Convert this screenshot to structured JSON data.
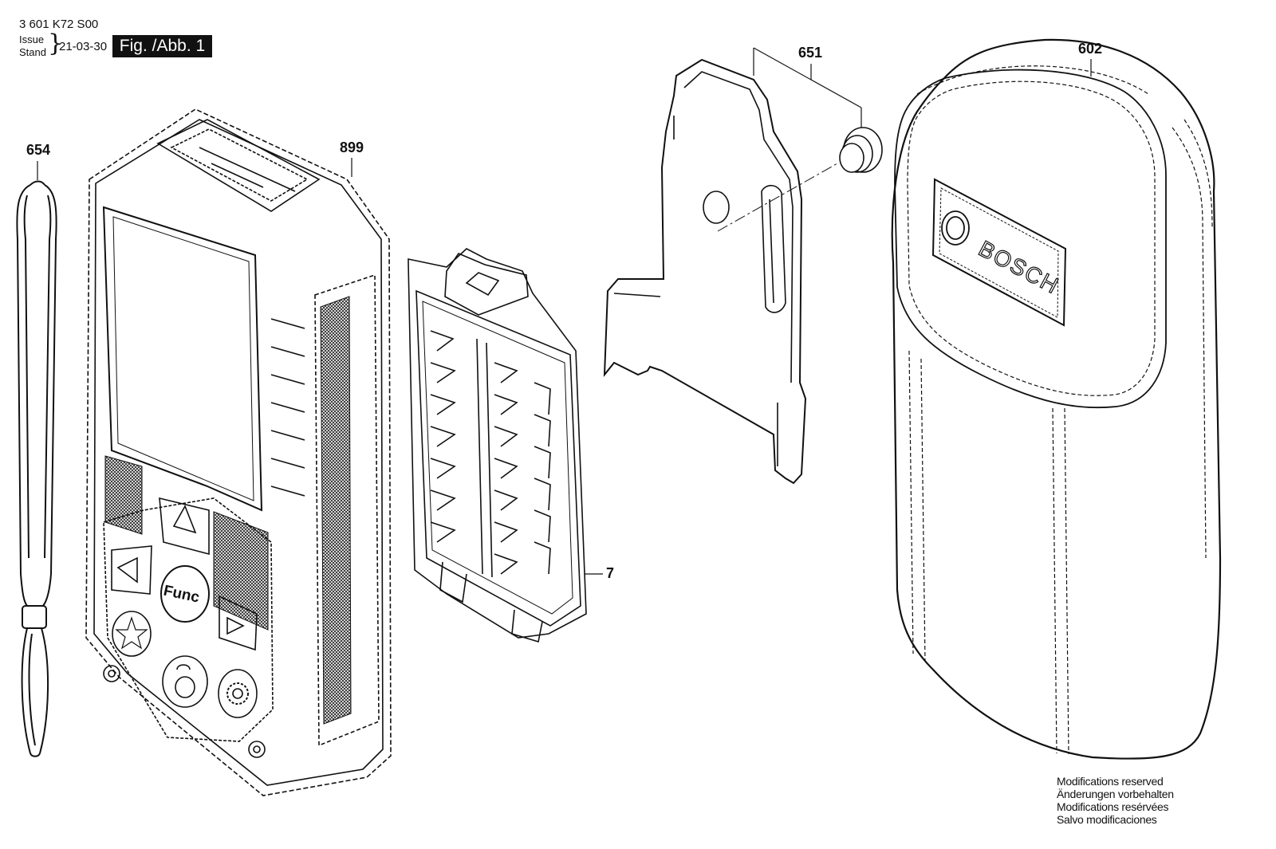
{
  "header": {
    "part_number": "3 601 K72 S00",
    "issue_label": "Issue",
    "stand_label": "Stand",
    "issue_date": "21-03-30",
    "figure_label": "Fig. /Abb. 1"
  },
  "callouts": {
    "strap": "654",
    "housing": "899",
    "battery_cover": "7",
    "clip": "651",
    "pouch": "602"
  },
  "device_labels": {
    "func_button": "Func",
    "pouch_brand": "BOSCH"
  },
  "modifications_notice": [
    "Modifications reserved",
    "Änderungen vorbehalten",
    "Modifications resérvées",
    "Salvo modificaciones"
  ],
  "colors": {
    "line": "#111111",
    "background": "#ffffff",
    "label_box": "#111111"
  }
}
